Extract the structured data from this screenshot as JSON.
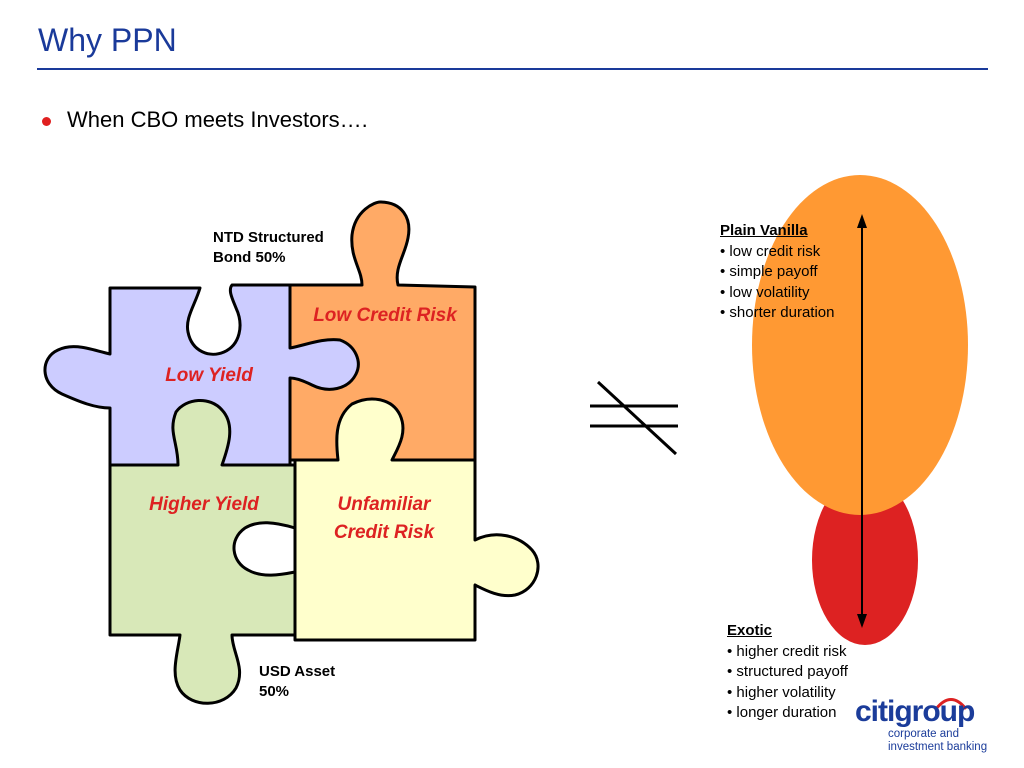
{
  "slide": {
    "title": "Why PPN",
    "bullet": "When CBO meets Investors…."
  },
  "puzzle": {
    "top_label_line1": "NTD Structured",
    "top_label_line2": "Bond 50%",
    "bottom_label_line1": "USD Asset",
    "bottom_label_line2": "50%",
    "pieces": [
      {
        "label": "Low Yield",
        "color": "#ccccff"
      },
      {
        "label": "Low Credit Risk",
        "color": "#ffaa66"
      },
      {
        "label": "Higher Yield",
        "color": "#d8e8b8"
      },
      {
        "label_line1": "Unfamiliar",
        "label_line2": "Credit Risk",
        "color": "#ffffcc"
      }
    ],
    "piece_label_color": "#dd2222"
  },
  "spectrum": {
    "plain": {
      "heading": "Plain Vanilla",
      "items": [
        "• low credit risk",
        "• simple payoff",
        "• low volatility",
        "• shorter duration"
      ]
    },
    "exotic": {
      "heading": "Exotic",
      "items": [
        "• higher credit risk",
        "• structured payoff",
        "• higher volatility",
        "• longer duration"
      ]
    },
    "colors": {
      "plain": "#ff9933",
      "exotic": "#dd2222"
    }
  },
  "logo": {
    "word": "citigroup",
    "line1": "corporate and",
    "line2": "investment banking",
    "color": "#1b3c9a",
    "umbrella_color": "#dd2222"
  }
}
